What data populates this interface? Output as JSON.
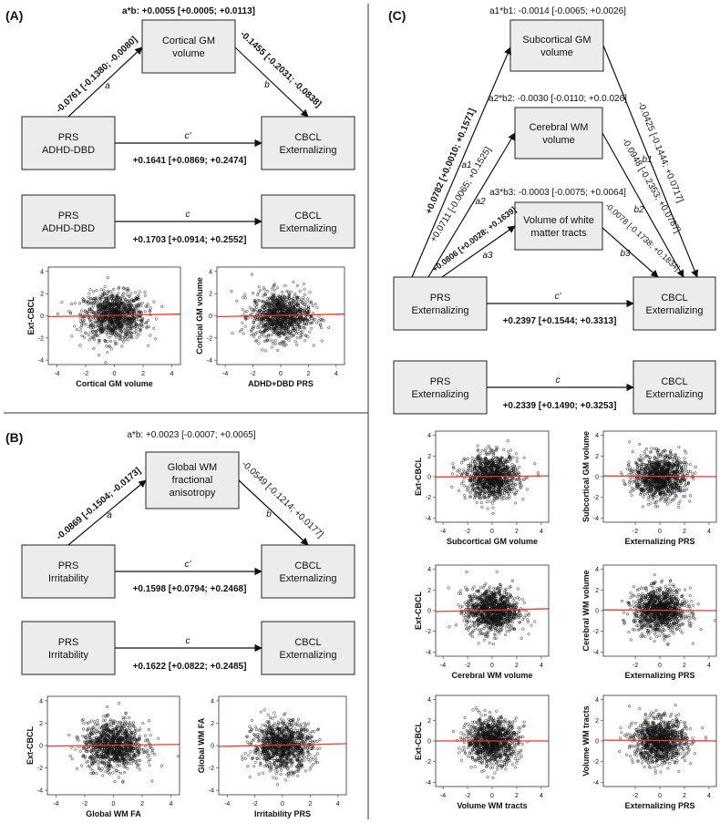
{
  "panels": [
    {
      "label": "(A)",
      "nodes": {
        "mediator": [
          "Cortical GM",
          "volume"
        ],
        "predictor": [
          "PRS",
          "ADHD-DBD"
        ],
        "outcome": [
          "CBCL",
          "Externalizing"
        ]
      },
      "indirect": "a*b: +0.0055 [+0.0005; +0.0113]",
      "a": "-0.0761 [-0.1380; -0.0080]",
      "b": "-0.1455 [-0.2031; -0.0838]",
      "c_prime": "+0.1641 [+0.0869; +0.2474]",
      "c": "+0.1703 [+0.0914; +0.2552]",
      "plot_labels": {
        "a": "a",
        "b": "b",
        "c_prime": "c'",
        "c": "c"
      }
    },
    {
      "label": "(B)",
      "nodes": {
        "mediator": [
          "Global WM",
          "fractional",
          "anisotropy"
        ],
        "predictor": [
          "PRS",
          "Irritability"
        ],
        "outcome": [
          "CBCL",
          "Externalizing"
        ]
      },
      "indirect": "a*b: +0.0023 [-0.0007; +0.0065]",
      "a": "-0.0869 [-0.1504; -0.0173]",
      "b": "-0.0549 [-0.1214; +0.0177]",
      "c_prime": "+0.1598 [+0.0794; +0.2468]",
      "c": "+0.1622 [+0.0822; +0.2485]",
      "plot_labels": {
        "a": "a",
        "b": "b",
        "c_prime": "c'",
        "c": "c"
      }
    },
    {
      "label": "(C)",
      "nodes": {
        "m1": [
          "Subcortical GM",
          "volume"
        ],
        "m2": [
          "Cerebral WM",
          "volume"
        ],
        "m3": [
          "Volume of white",
          "matter tracts"
        ],
        "predictor": [
          "PRS",
          "Externalizing"
        ],
        "outcome": [
          "CBCL",
          "Externalizing"
        ]
      },
      "ind1": "a1*b1: -0.0014 [-0.0065; +0.0026]",
      "ind2": "a2*b2: -0.0030 [-0.0110; +0.0.026]",
      "ind3": "a3*b3: -0.0003 [-0.0075; +0.0064]",
      "a1": "+0.0782 [+0.0010; +0.1571]",
      "a2": "+0.0711 [-0.0065; +0.1525]",
      "a3": "+0.0806 [+0.0028; +0.1639]",
      "b1": "-0.0425 [-0.1444; +0.0717]",
      "b2": "-0.0948 [-0.2353; +0.0787]",
      "b3": "-0.0078 [-0.1738; +0.1834]",
      "c_prime": "+0.2397 [+0.1544; +0.3313]",
      "c": "+0.2339 [+0.1490; +0.3253]",
      "plot_labels": {
        "a1": "a1",
        "a2": "a2",
        "a3": "a3",
        "b1": "b1",
        "b2": "b2",
        "b3": "b3",
        "c_prime": "c'",
        "c": "c"
      }
    }
  ],
  "scatterplots": {
    "A_left": {
      "ylabel": "Ext-CBCL",
      "xlabel": "Cortical GM volume",
      "xticks": [
        "-4",
        "-2",
        "0",
        "2",
        "4"
      ],
      "yticks": [
        "4",
        "2",
        "0",
        "-2",
        "-4"
      ],
      "trend": [
        -0.08,
        0.0,
        0.08
      ]
    },
    "A_right": {
      "ylabel": "Cortical GM volume",
      "xlabel": "ADHD+DBD PRS",
      "xticks": [
        "-4",
        "-2",
        "0",
        "2",
        "4"
      ],
      "yticks": [
        "4",
        "2",
        "0",
        "-2",
        "-4"
      ],
      "trend": [
        -0.08,
        0.0,
        0.08
      ]
    },
    "B_left": {
      "ylabel": "Ext-CBCL",
      "xlabel": "Global WM FA",
      "xticks": [
        "-4",
        "-2",
        "0",
        "2",
        "4"
      ],
      "yticks": [
        "4",
        "2",
        "0",
        "-2",
        "-4"
      ],
      "trend": [
        -0.05,
        0.0,
        0.05
      ]
    },
    "B_right": {
      "ylabel": "Global WM FA",
      "xlabel": "Irritability PRS",
      "xticks": [
        "-4",
        "-2",
        "0",
        "2",
        "4"
      ],
      "yticks": [
        "4",
        "2",
        "0",
        "-2",
        "-4"
      ],
      "trend": [
        -0.08,
        0.0,
        0.08
      ]
    },
    "C1_left": {
      "ylabel": "Ext-CBCL",
      "xlabel": "Subcortical GM volume",
      "xticks": [
        "-4",
        "-2",
        "0",
        "2",
        "4"
      ],
      "yticks": [
        "4",
        "2",
        "0",
        "-2",
        "-4"
      ],
      "trend": [
        -0.04,
        0.0,
        0.04
      ]
    },
    "C1_right": {
      "ylabel": "Subcortical GM volume",
      "xlabel": "Externalizing PRS",
      "xticks": [
        "-2",
        "0",
        "2",
        "4"
      ],
      "yticks": [
        "4",
        "2",
        "0",
        "-2",
        "-4"
      ],
      "trend": [
        0.07,
        0.0,
        0.07
      ]
    },
    "C2_left": {
      "ylabel": "Ext-CBCL",
      "xlabel": "Cerebral WM volume",
      "xticks": [
        "-4",
        "-2",
        "0",
        "2",
        "4"
      ],
      "yticks": [
        "4",
        "2",
        "0",
        "-2",
        "-4"
      ],
      "trend": [
        -0.09,
        0.0,
        0.09
      ]
    },
    "C2_right": {
      "ylabel": "Cerebral WM volume",
      "xlabel": "Externalizing PRS",
      "xticks": [
        "-2",
        "0",
        "2",
        "4"
      ],
      "yticks": [
        "4",
        "2",
        "0",
        "-2",
        "-4"
      ],
      "trend": [
        0.07,
        0.0,
        0.07
      ]
    },
    "C3_left": {
      "ylabel": "Ext-CBCL",
      "xlabel": "Volume WM tracts",
      "xticks": [
        "-4",
        "-2",
        "0",
        "2",
        "4"
      ],
      "yticks": [
        "4",
        "2",
        "0",
        "-2",
        "-4"
      ],
      "trend": [
        0.0,
        0.0,
        0.0
      ]
    },
    "C3_right": {
      "ylabel": "Volume WM tracts",
      "xlabel": "Externalizing PRS",
      "xticks": [
        "-2",
        "0",
        "2",
        "4"
      ],
      "yticks": [
        "4",
        "2",
        "0",
        "-2",
        "-4"
      ],
      "trend": [
        0.08,
        0.0,
        0.08
      ]
    }
  },
  "colors": {
    "trend": "#e8392a",
    "points": "#111111",
    "box_fill": "#ececec"
  }
}
